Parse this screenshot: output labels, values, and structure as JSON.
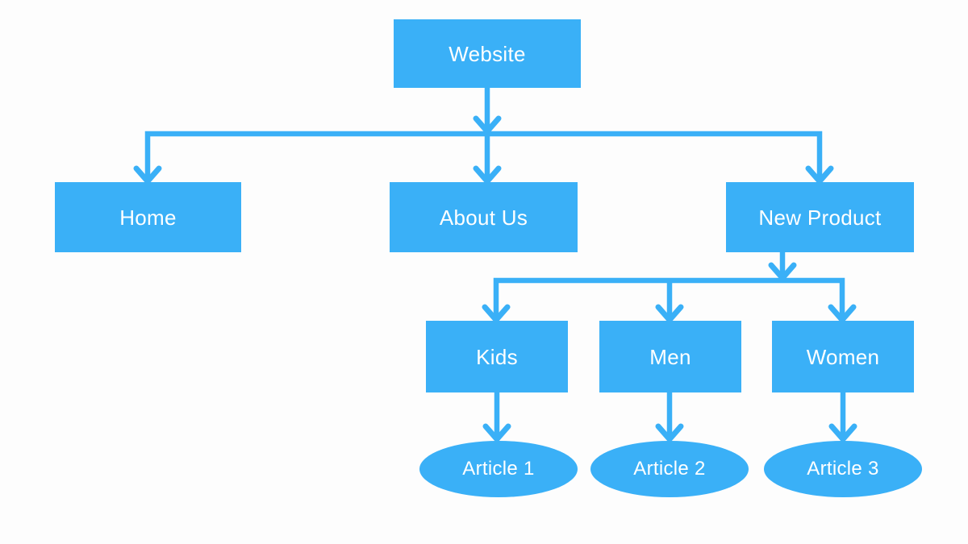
{
  "diagram": {
    "type": "sitemap-flowchart",
    "colors": {
      "node_fill": "#3AB0F7",
      "connector": "#3AB0F7",
      "label_text": "#FFFFFF",
      "background": "#FDFDFD"
    },
    "nodes": {
      "website": {
        "label": "Website",
        "shape": "rectangle",
        "level": 0
      },
      "home": {
        "label": "Home",
        "shape": "rectangle",
        "level": 1
      },
      "about_us": {
        "label": "About Us",
        "shape": "rectangle",
        "level": 1
      },
      "new_product": {
        "label": "New Product",
        "shape": "rectangle",
        "level": 1
      },
      "kids": {
        "label": "Kids",
        "shape": "rectangle",
        "level": 2
      },
      "men": {
        "label": "Men",
        "shape": "rectangle",
        "level": 2
      },
      "women": {
        "label": "Women",
        "shape": "rectangle",
        "level": 2
      },
      "article_1": {
        "label": "Article 1",
        "shape": "ellipse",
        "level": 3
      },
      "article_2": {
        "label": "Article 2",
        "shape": "ellipse",
        "level": 3
      },
      "article_3": {
        "label": "Article 3",
        "shape": "ellipse",
        "level": 3
      }
    },
    "edges": [
      {
        "from": "website",
        "to": "home"
      },
      {
        "from": "website",
        "to": "about_us"
      },
      {
        "from": "website",
        "to": "new_product"
      },
      {
        "from": "new_product",
        "to": "kids"
      },
      {
        "from": "new_product",
        "to": "men"
      },
      {
        "from": "new_product",
        "to": "women"
      },
      {
        "from": "kids",
        "to": "article_1"
      },
      {
        "from": "men",
        "to": "article_2"
      },
      {
        "from": "women",
        "to": "article_3"
      }
    ]
  }
}
